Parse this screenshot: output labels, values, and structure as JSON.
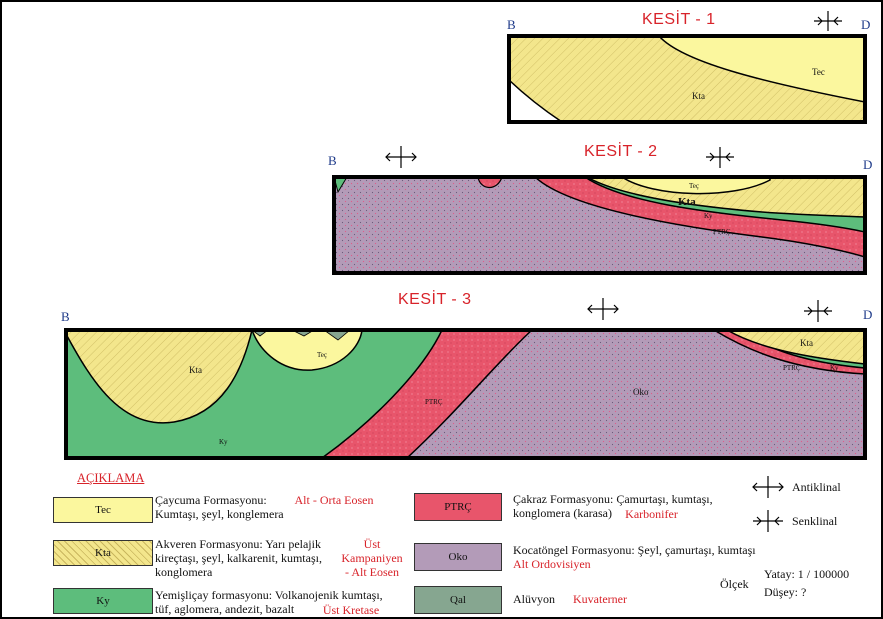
{
  "sections": [
    {
      "title": "KESİT - 1",
      "left": "B",
      "right": "D"
    },
    {
      "title": "KESİT - 2",
      "left": "B",
      "right": "D"
    },
    {
      "title": "KESİT - 3",
      "left": "B",
      "right": "D"
    }
  ],
  "units_on_sections": {
    "s1": {
      "tec": "Tec",
      "kta": "Kta"
    },
    "s2": {
      "tec": "Teç",
      "kta": "Kta",
      "ky": "Ky",
      "ptrc": "PTRÇ"
    },
    "s3": {
      "kta_left": "Kta",
      "tec": "Teç",
      "ky": "Ky",
      "ptrc": "PTRÇ",
      "oko": "Oko",
      "kta_right": "Kta",
      "ptrc_right": "PTRÇ",
      "ky_right": "Ky"
    }
  },
  "legend": {
    "title": "AÇIKLAMA",
    "items": [
      {
        "code": "Tec",
        "description": "Çaycuma Formasyonu: Kumtaşı, şeyl, konglemera",
        "age": "Alt - Orta Eosen",
        "color": "#fbf79e"
      },
      {
        "code": "Kta",
        "description": "Akveren Formasyonu: Yarı pelajik kireçtaşı, şeyl, kalkarenit, kumtaşı, konglomera",
        "age": "Üst Kampaniyen - Alt Eosen",
        "color": "#f3e68c"
      },
      {
        "code": "Ky",
        "description": "Yemişliçay formasyonu: Volkanojenik kumtaşı, tüf, aglomera, andezit, bazalt",
        "age": "Üst Kretase",
        "color": "#5dbd7c"
      },
      {
        "code": "PTRÇ",
        "description": "Çakraz Formasyonu: Çamurtaşı, kumtaşı, konglomera (karasa)",
        "age": "Karbonifer",
        "color": "#e8556b"
      },
      {
        "code": "Oko",
        "description": "Kocatöngel Formasyonu: Şeyl, çamurtaşı, kumtaşı",
        "age": "Alt Ordovisiyen",
        "color": "#b39bb8"
      },
      {
        "code": "Qal",
        "description": "Alüvyon",
        "age": "Kuvaterner",
        "color": "#86a690"
      }
    ]
  },
  "symbols": {
    "anticline": "Antiklinal",
    "syncline": "Senklinal"
  },
  "scale": {
    "label": "Ölçek",
    "horizontal": "Yatay: 1 / 100000",
    "vertical": "Düşey: ?"
  }
}
